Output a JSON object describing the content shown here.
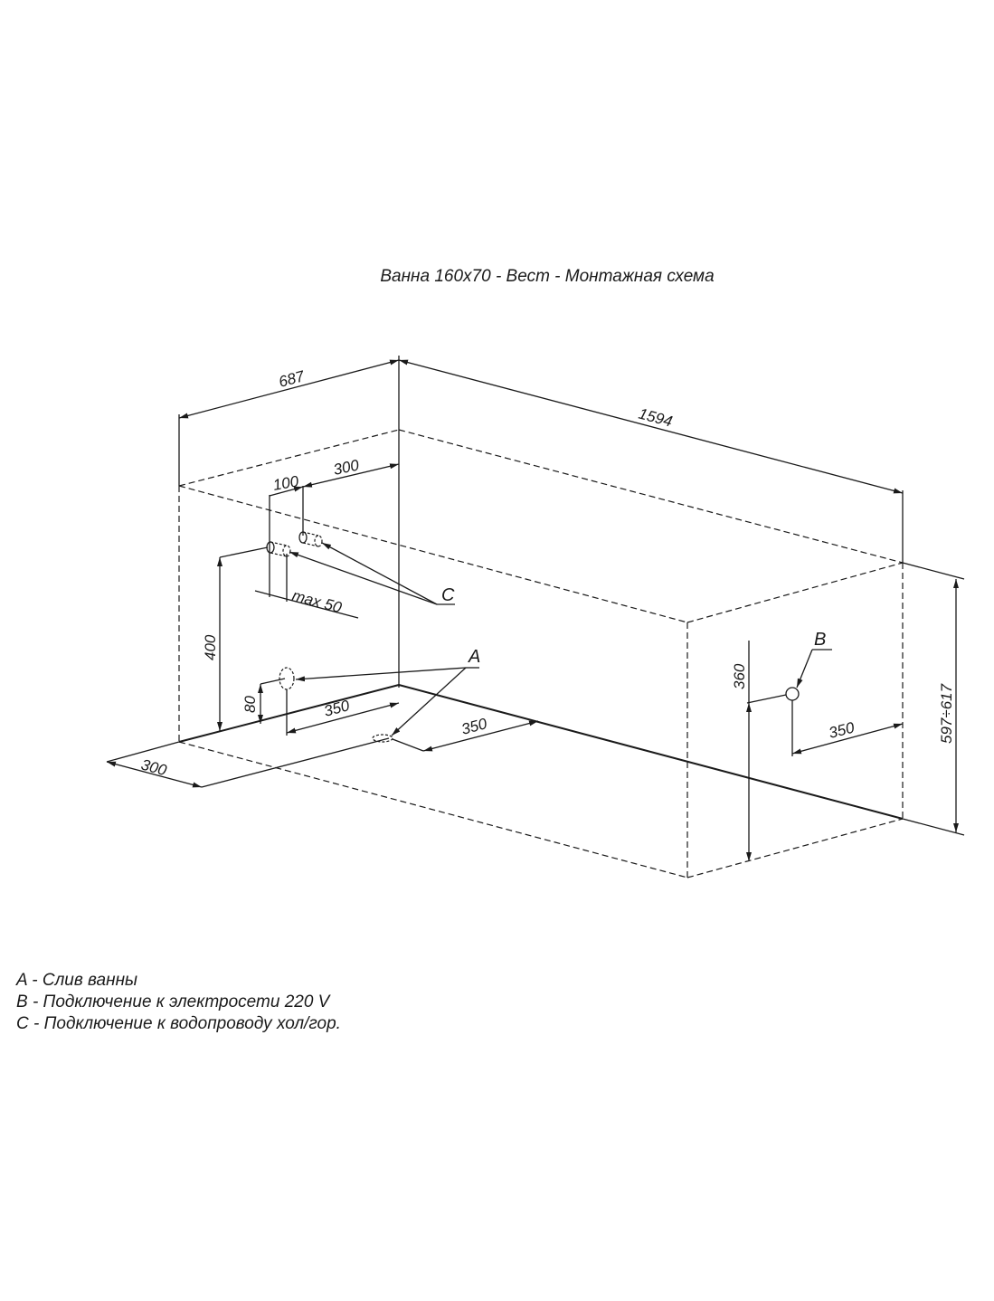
{
  "title": "Ванна 160x70 - Вест - Монтажная схема",
  "dimensions": {
    "width": "687",
    "length": "1594",
    "height": "597÷617",
    "c_spacing": "100",
    "c_offset": "300",
    "c_max": "max  50",
    "c_height": "400",
    "a_height": "80",
    "a_offset": "350",
    "drain_offset": "350",
    "floor_offset": "300",
    "b_height": "360",
    "b_offset": "350"
  },
  "markers": {
    "a": "A",
    "b": "B",
    "c": "C"
  },
  "legend": [
    "A - Слив ванны",
    "B - Подключение к электросети 220 V",
    "C - Подключение к водопроводу хол/гор."
  ]
}
